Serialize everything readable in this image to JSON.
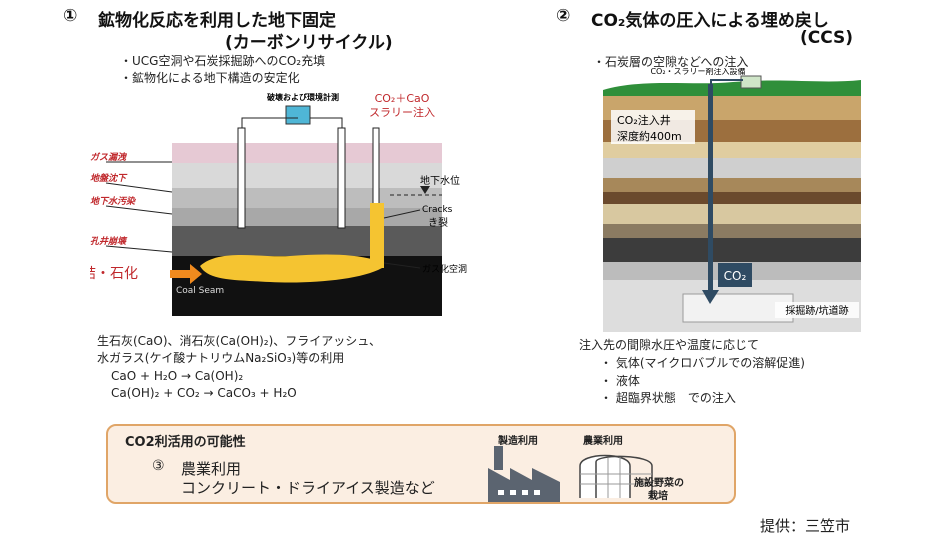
{
  "left": {
    "number": "①",
    "title_line1": "鉱物化反応を利用した地下固定",
    "title_line2": "(カーボンリサイクル)",
    "bullets": [
      "・UCG空洞や石炭採掘跡へのCO₂充填",
      "・鉱物化による地下構造の安定化"
    ],
    "figure": {
      "monitor_label": "破壊および環境計測",
      "injection_label_1": "CO₂＋CaO",
      "injection_label_2": "スラリー注入",
      "hazard_labels": [
        "ガス漏洩",
        "地盤沈下",
        "地下水汚染",
        "孔井崩壊"
      ],
      "groundwater_label": "地下水位",
      "cracks_label": "Cracks",
      "cracks_jp": "き裂",
      "cavity_label": "ガス化空洞",
      "coal_seam_label": "Coal Seam",
      "solidify_label": "固結・石化"
    },
    "materials_line1": "生石灰(CaO)、消石灰(Ca(OH)₂)、フライアッシュ、",
    "materials_line2": "水ガラス(ケイ酸ナトリウムNa₂SiO₃)等の利用",
    "reaction1": "CaO + H₂O →  Ca(OH)₂",
    "reaction2": "Ca(OH)₂ + CO₂ →  CaCO₃ + H₂O"
  },
  "right": {
    "number": "②",
    "title_line1": "CO₂気体の圧入による埋め戻し",
    "title_line2": "(CCS)",
    "bullet": "・石炭層の空隙などへの注入",
    "figure": {
      "facility_label": "CO₂・スラリー剤注入設備",
      "well_label_1": "CO₂注入井",
      "well_label_2": "深度約400m",
      "co2_label": "CO₂",
      "mined_label": "採掘跡/坑道跡"
    },
    "conditions_intro": "注入先の間隙水圧や温度に応じて",
    "conditions": [
      "・  気体(マイクロバブルでの溶解促進)",
      "・  液体",
      "・  超臨界状態　での注入"
    ]
  },
  "utilization": {
    "title": "CO2利活用の可能性",
    "number": "③",
    "line1": "農業利用",
    "line2": "コンクリート・ドライアイス製造など",
    "factory_label": "製造利用",
    "agri_label": "農業利用",
    "greenhouse_label_1": "施設野菜の",
    "greenhouse_label_2": "栽培"
  },
  "credit": "提供：三笠市"
}
